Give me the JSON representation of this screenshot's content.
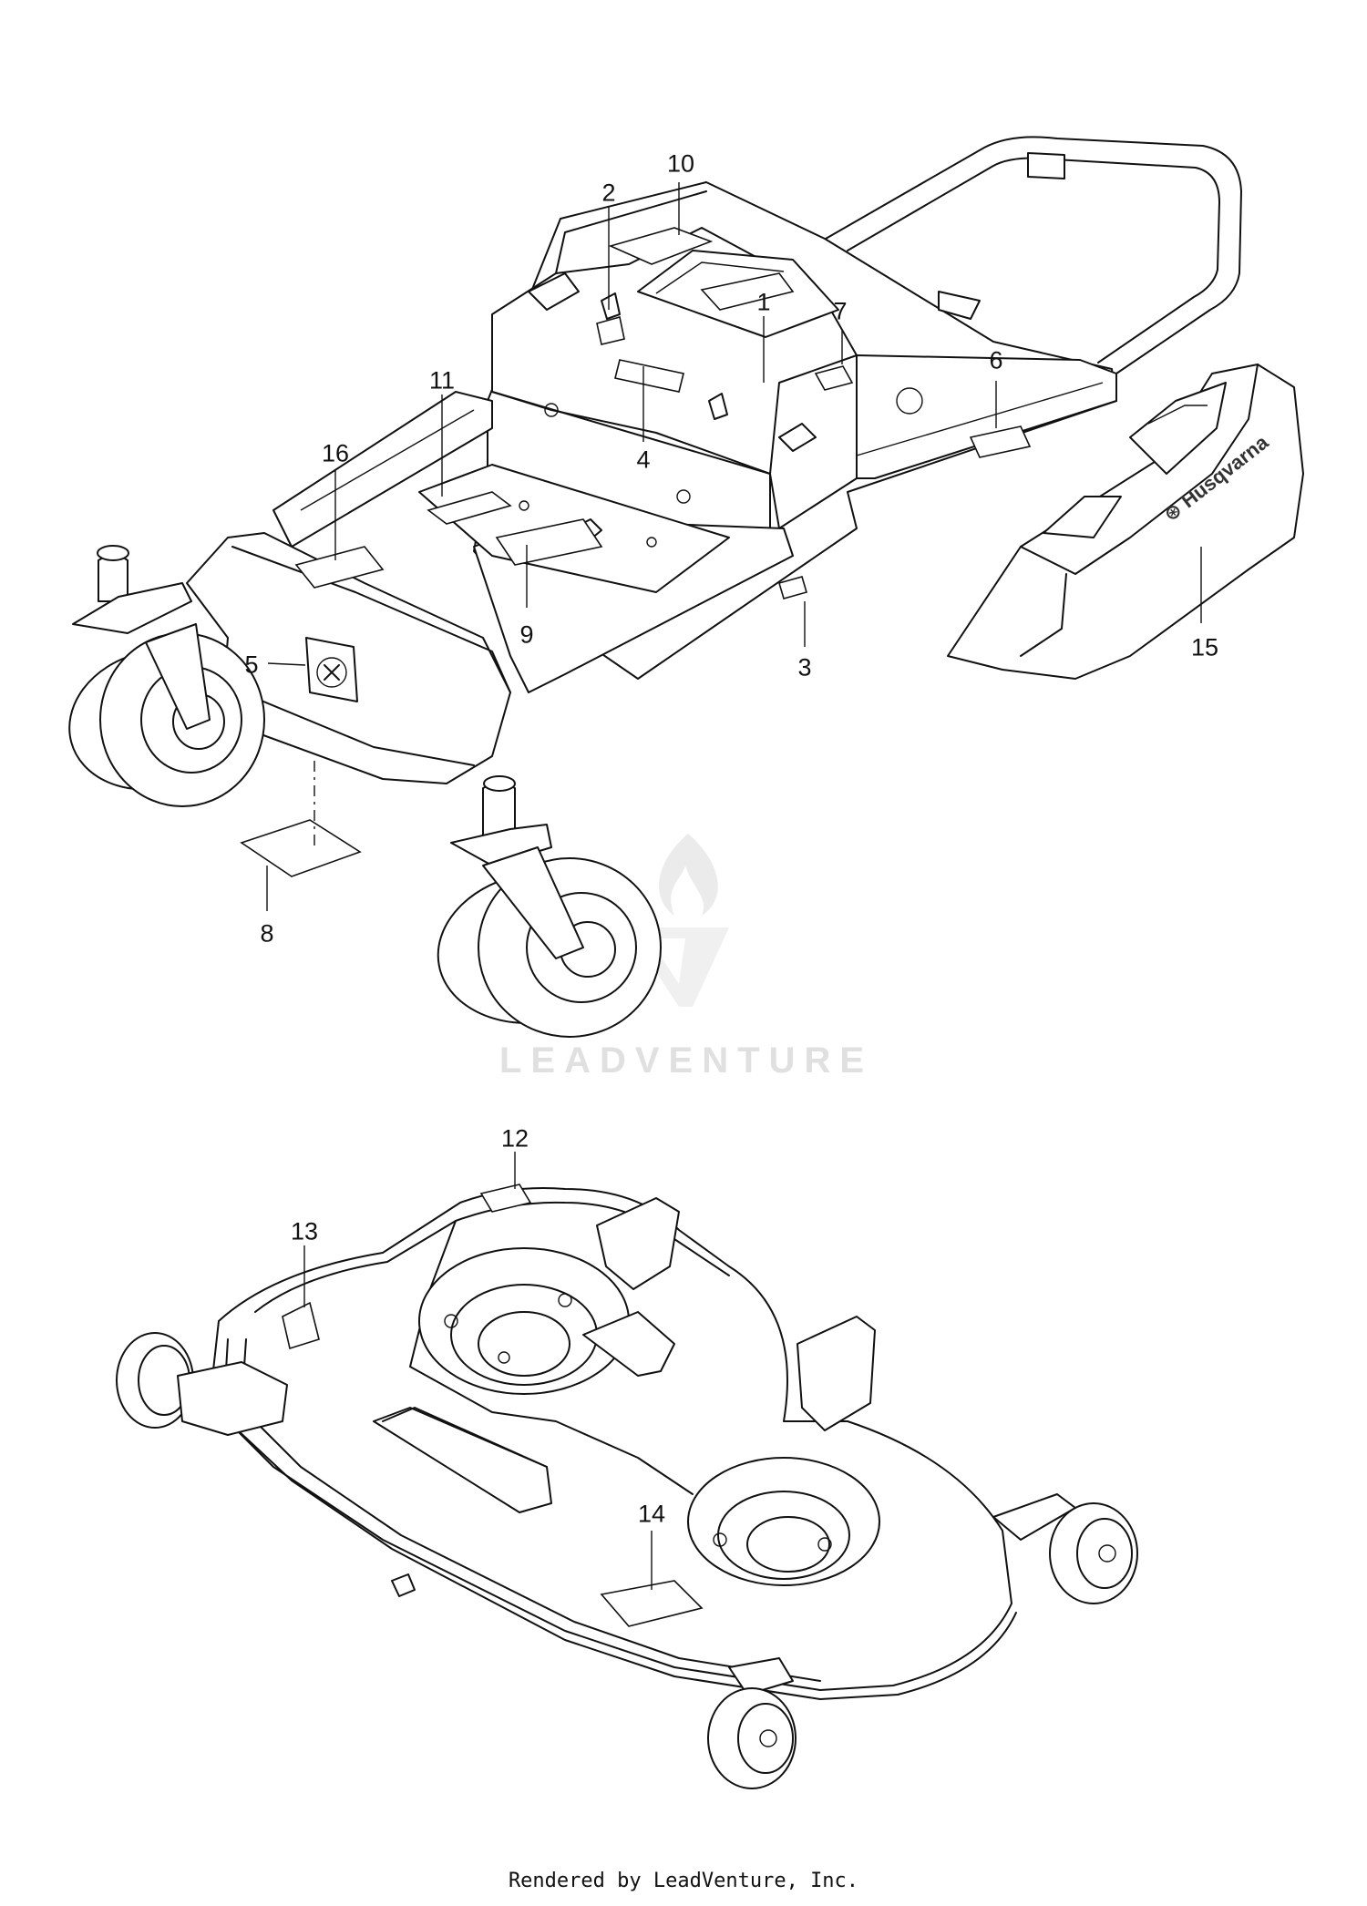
{
  "callouts": [
    {
      "id": "1",
      "label": "1"
    },
    {
      "id": "2",
      "label": "2"
    },
    {
      "id": "3",
      "label": "3"
    },
    {
      "id": "4",
      "label": "4"
    },
    {
      "id": "5",
      "label": "5"
    },
    {
      "id": "6",
      "label": "6"
    },
    {
      "id": "7",
      "label": "7"
    },
    {
      "id": "8",
      "label": "8"
    },
    {
      "id": "9",
      "label": "9"
    },
    {
      "id": "10",
      "label": "10"
    },
    {
      "id": "11",
      "label": "11"
    },
    {
      "id": "12",
      "label": "12"
    },
    {
      "id": "13",
      "label": "13"
    },
    {
      "id": "14",
      "label": "14"
    },
    {
      "id": "15",
      "label": "15"
    },
    {
      "id": "16",
      "label": "16"
    }
  ],
  "brand": {
    "name": "Husqvarna"
  },
  "watermark": {
    "text": "LEADVENTURE"
  },
  "footer": {
    "text": "Rendered by LeadVenture, Inc."
  }
}
